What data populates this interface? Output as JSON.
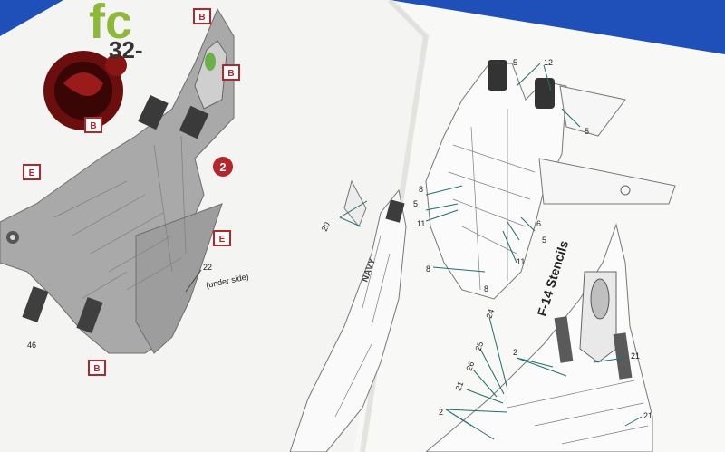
{
  "scene": {
    "background": "#1f4fb8",
    "paper_color": "#f7f7f5",
    "aircraft_gray": "#a9a9a9",
    "marker_red": "#b3262a",
    "callout_teal": "#1f6f6a",
    "logo_text": "fc",
    "logo_sub": "32-",
    "logo_color": "#8fb73a"
  },
  "left_page": {
    "marker_B": "B",
    "marker_E": "E",
    "circle_marker": "2",
    "callout_22": "22",
    "under_side": "(under side)",
    "callout_46": "46"
  },
  "right_page": {
    "heading": "F-14 Stencils",
    "navy": "NAVY",
    "n5": "5",
    "n6": "6",
    "n8": "8",
    "n11": "11",
    "n12": "12",
    "n20": "20",
    "n21": "21",
    "n24": "24",
    "n25": "25",
    "n26": "26",
    "n2": "2"
  }
}
